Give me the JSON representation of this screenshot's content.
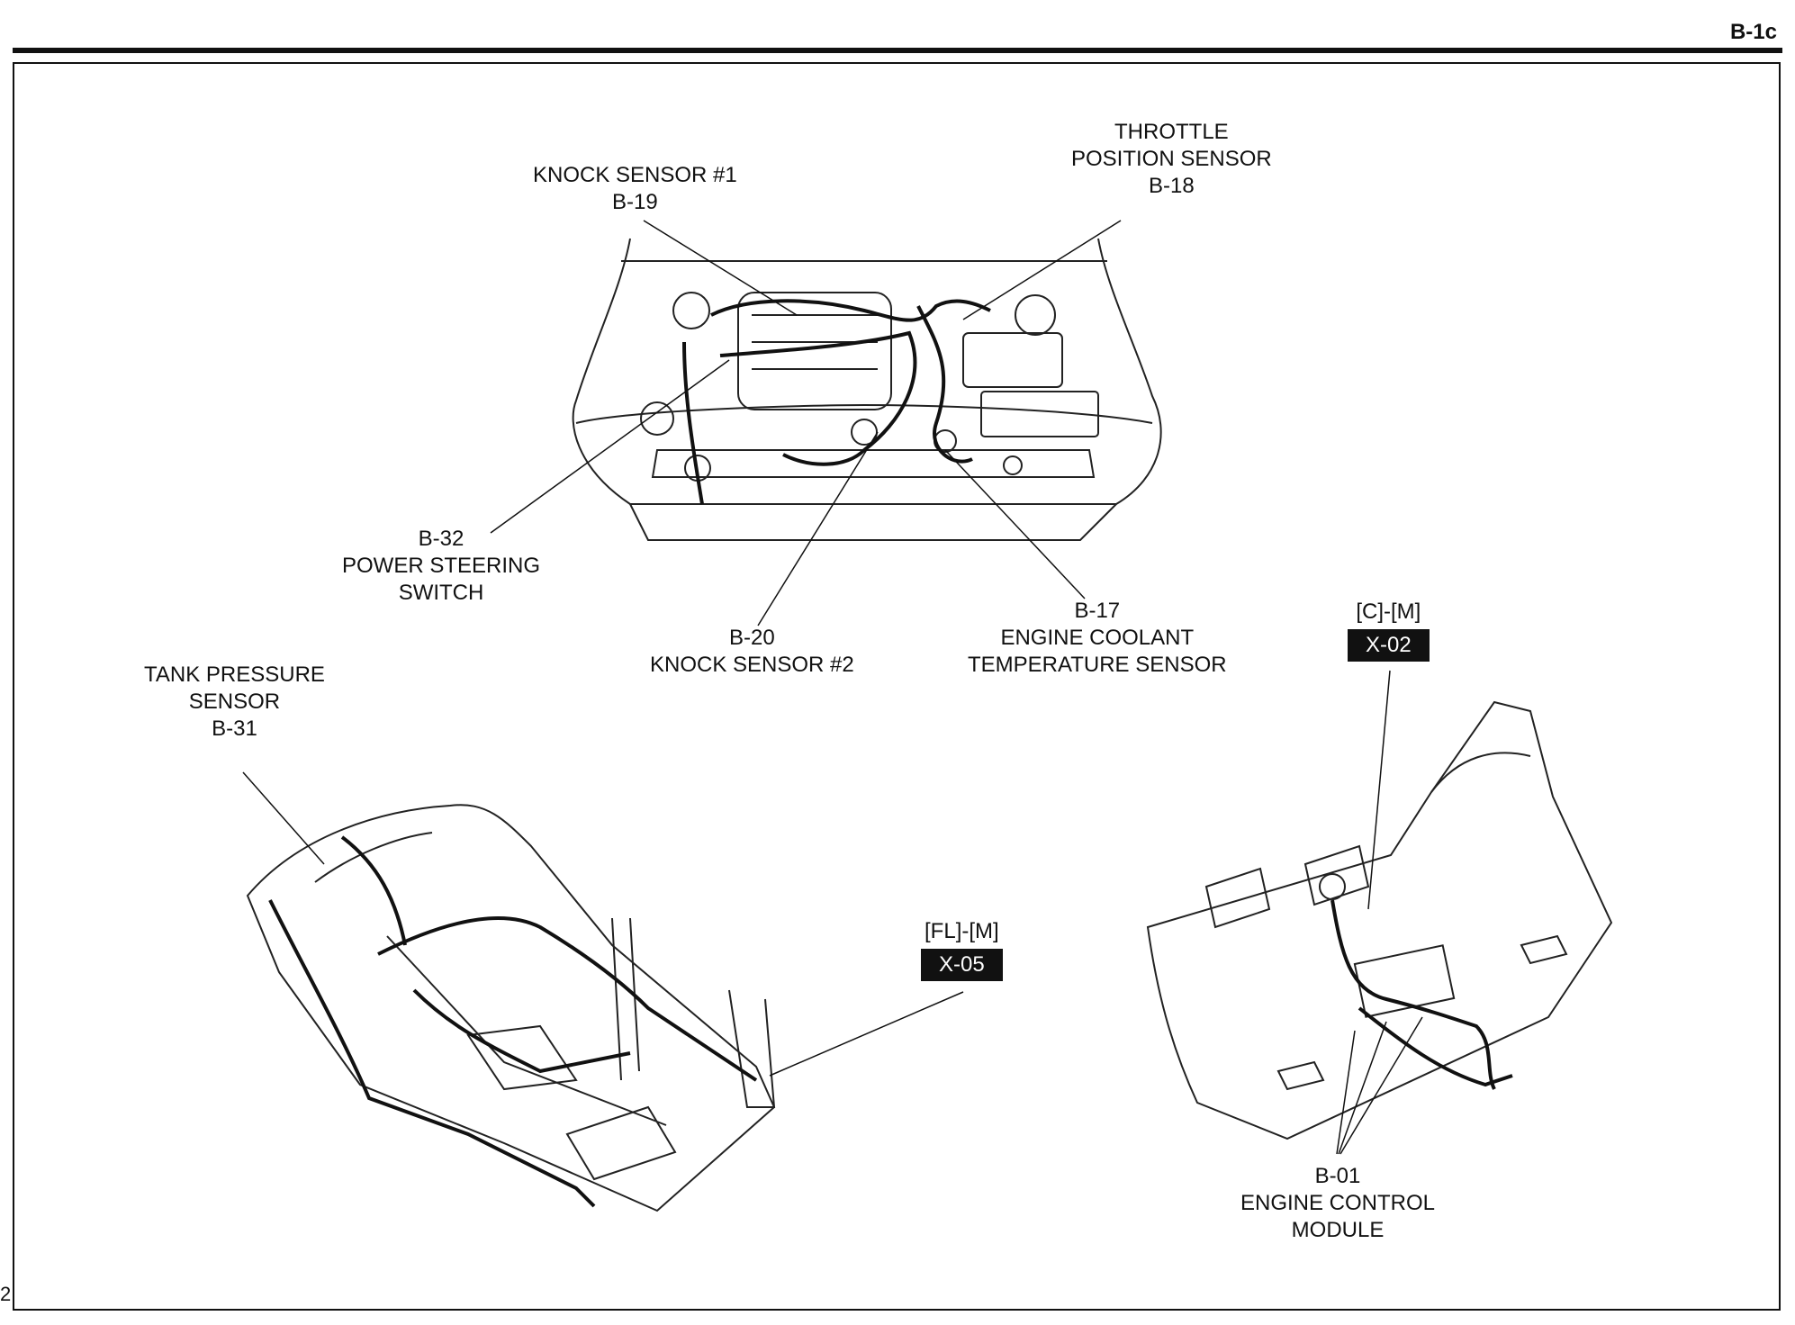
{
  "page": {
    "code": "B-1c",
    "side_mark": "2"
  },
  "labels": {
    "knock1": {
      "name": "KNOCK SENSOR #1",
      "code": "B-19"
    },
    "throttle": {
      "line1": "THROTTLE",
      "line2": "POSITION SENSOR",
      "code": "B-18"
    },
    "power_steering": {
      "code": "B-32",
      "line1": "POWER STEERING",
      "line2": "SWITCH"
    },
    "knock2": {
      "code": "B-20",
      "name": "KNOCK SENSOR #2"
    },
    "coolant": {
      "code": "B-17",
      "line1": "ENGINE COOLANT",
      "line2": "TEMPERATURE SENSOR"
    },
    "tank": {
      "line1": "TANK PRESSURE",
      "line2": "SENSOR",
      "code": "B-31"
    },
    "ecm": {
      "code": "B-01",
      "line1": "ENGINE CONTROL",
      "line2": "MODULE"
    }
  },
  "connectors": {
    "cm": {
      "location": "[C]-[M]",
      "code": "X-02"
    },
    "flm": {
      "location": "[FL]-[M]",
      "code": "X-05"
    }
  }
}
